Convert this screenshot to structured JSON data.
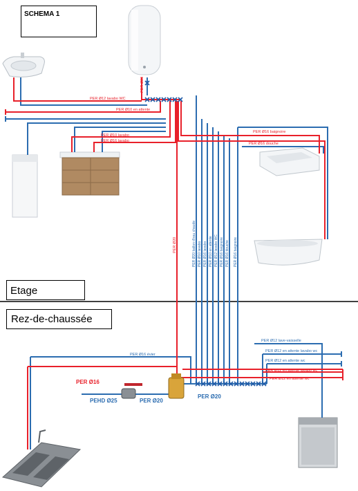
{
  "title": "SCHEMA 1",
  "floors": {
    "upper": "Etage",
    "ground": "Rez-de-chaussée"
  },
  "colors": {
    "hot": "#e8202a",
    "cold": "#2b6cb0",
    "valve": "#1f5aa6",
    "floor_line": "#000000"
  },
  "labels": {
    "per20_heater": "PER Ø20",
    "lavabo_wc": "PER Ø12 lavabo WC",
    "wait_10": "PER Ø10 en attente",
    "lavabo_10": "PER Ø10 lavabo",
    "lavabo_16": "PER Ø16 lavabo",
    "baignoire_16": "PER Ø16 baignoire",
    "douche_16": "PER Ø16 douche",
    "per20_riser": "PER Ø20",
    "evier_16": "PER Ø16 évier",
    "lave_vaisselle": "PER Ø12 lave-vaisselle",
    "wait_lavabo_wc_1": "PER Ø12 en attente lavabo wc",
    "wait_wc": "PER Ø12 en attente wc",
    "wait_lavabo_wc_2": "PER Ø12 en attente lavabo wc",
    "wait_last": "PER Ø12 en attente wc",
    "per16_red": "PER Ø16",
    "pehd25": "PEHD Ø25",
    "per20_a": "PER Ø20",
    "per20_b": "PER Ø20"
  },
  "riser_labels": [
    "PER Ø20 ballon d'eau chaude",
    "PER Ø10 lavabo",
    "PER Ø16 lavabo",
    "PER Ø10 en attente",
    "PER Ø12 lavabo WC",
    "PER Ø16 baignoire",
    "PER Ø16 douche",
    "PER Ø16 baignoire"
  ],
  "icons": [
    "washbasin-icon",
    "water-heater-icon",
    "washing-machine-icon",
    "vanity-cabinet-icon",
    "shower-tray-icon",
    "bathtub-icon",
    "kitchen-sink-icon",
    "dishwasher-icon",
    "ball-valve-icon",
    "pressure-reducer-icon"
  ]
}
